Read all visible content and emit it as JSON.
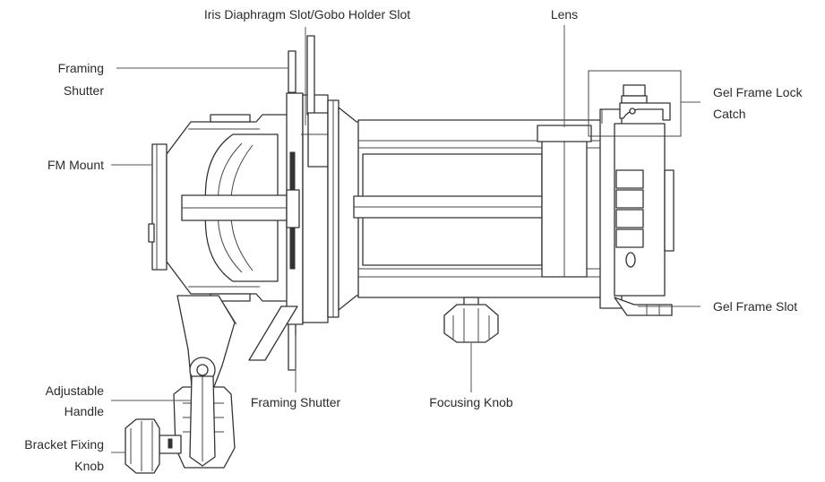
{
  "labels": {
    "iris_slot": "Iris Diaphragm Slot/Gobo Holder Slot",
    "lens": "Lens",
    "framing_shutter_top_line1": "Framing",
    "framing_shutter_top_line2": "Shutter",
    "gel_lock_line1": "Gel Frame Lock",
    "gel_lock_line2": "Catch",
    "fm_mount": "FM Mount",
    "gel_slot": "Gel Frame Slot",
    "adjustable_handle_line1": "Adjustable",
    "adjustable_handle_line2": "Handle",
    "framing_shutter_bottom": "Framing Shutter",
    "focusing_knob": "Focusing Knob",
    "bracket_knob_line1": "Bracket Fixing",
    "bracket_knob_line2": "Knob"
  },
  "colors": {
    "line": "#333333",
    "text": "#2b2b2b",
    "background": "#ffffff"
  }
}
